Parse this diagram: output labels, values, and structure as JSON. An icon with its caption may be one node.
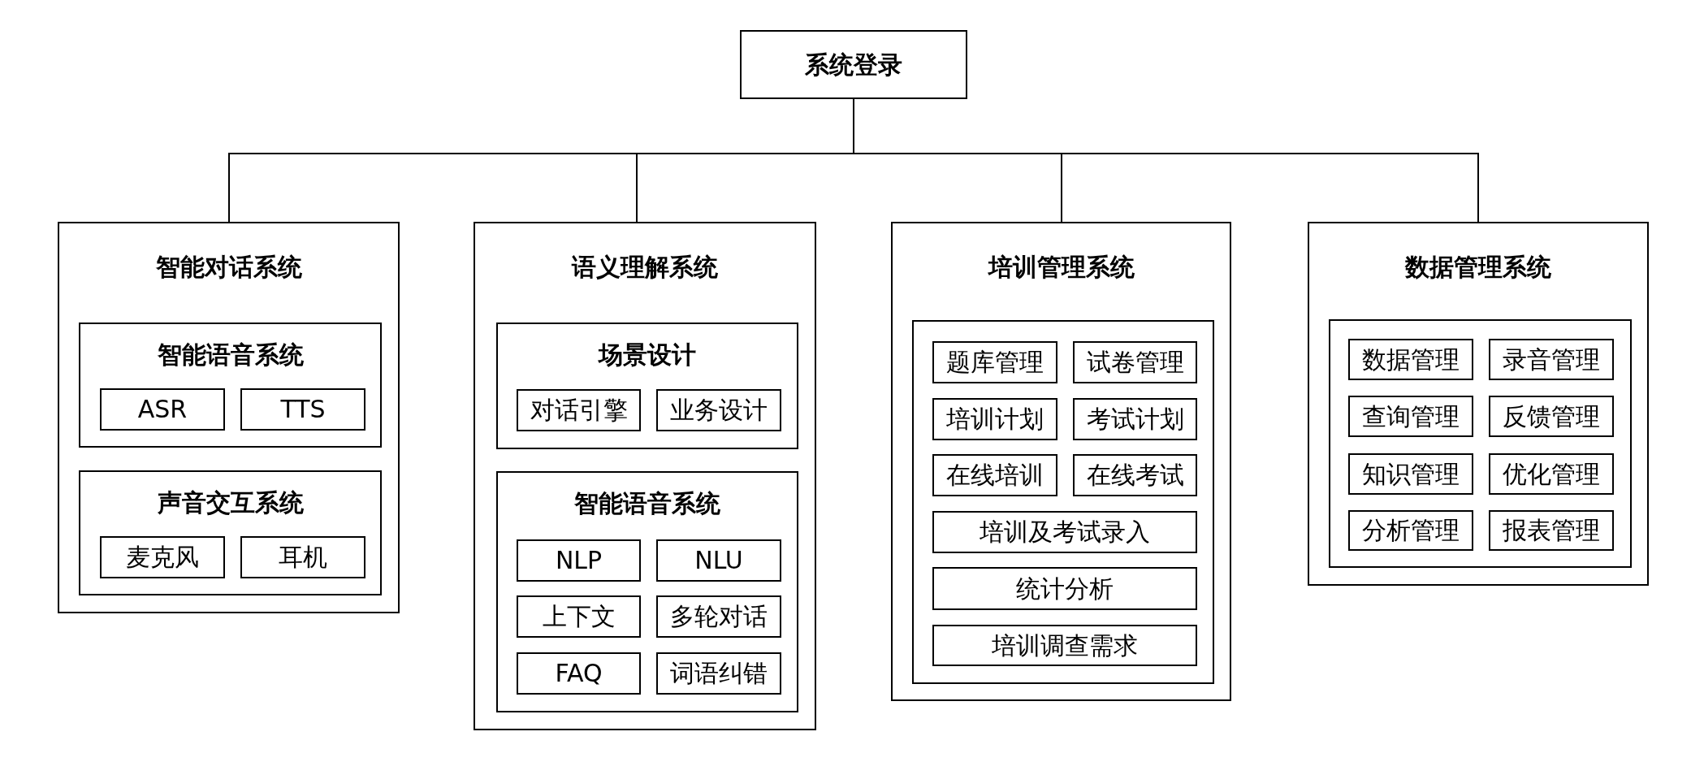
{
  "diagram": {
    "nodes": [
      {
        "text": [
          "系统登录"
        ]
      },
      {
        "text": [
          "智能对话系统"
        ]
      },
      {
        "text": [
          "智能语音系统"
        ],
        "in": 1
      },
      {
        "text": [
          "ASR"
        ],
        "in": 2
      },
      {
        "text": [
          "TTS"
        ],
        "in": 2
      },
      {
        "text": [
          "声音交互系统"
        ],
        "in": 1
      },
      {
        "text": [
          "麦克风"
        ],
        "in": 5
      },
      {
        "text": [
          "耳机"
        ],
        "in": 5
      },
      {
        "text": [
          "语义理解系统"
        ]
      },
      {
        "text": [
          "场景设计"
        ],
        "in": 8
      },
      {
        "text": [
          "对话引擎"
        ],
        "in": 9
      },
      {
        "text": [
          "业务设计"
        ],
        "in": 9
      },
      {
        "text": [
          "智能语音系统"
        ],
        "in": 8
      },
      {
        "text": [
          "NLP"
        ],
        "in": 12
      },
      {
        "text": [
          "NLU"
        ],
        "in": 12
      },
      {
        "text": [
          "上下文"
        ],
        "in": 12
      },
      {
        "text": [
          "多轮对话"
        ],
        "in": 12
      },
      {
        "text": [
          "FAQ"
        ],
        "in": 12
      },
      {
        "text": [
          "词语纠错"
        ],
        "in": 12
      },
      {
        "text": [
          "培训管理系统"
        ]
      },
      {
        "text": [],
        "shape": "box",
        "in": 19
      },
      {
        "text": [
          "题库管理"
        ],
        "in": 20
      },
      {
        "text": [
          "试卷管理"
        ],
        "in": 20
      },
      {
        "text": [
          "培训计划"
        ],
        "in": 20
      },
      {
        "text": [
          "考试计划"
        ],
        "in": 20
      },
      {
        "text": [
          "在线培训"
        ],
        "in": 20
      },
      {
        "text": [
          "在线考试"
        ],
        "in": 20
      },
      {
        "text": [
          "培训及考试录入"
        ],
        "in": 20
      },
      {
        "text": [
          "统计分析"
        ],
        "in": 20
      },
      {
        "text": [
          "培训调查需求"
        ],
        "in": 20
      },
      {
        "text": [
          "数据管理系统"
        ]
      },
      {
        "text": [],
        "shape": "box",
        "in": 30
      },
      {
        "text": [
          "数据管理"
        ],
        "in": 31
      },
      {
        "text": [
          "录音管理"
        ],
        "in": 31
      },
      {
        "text": [
          "查询管理"
        ],
        "in": 31
      },
      {
        "text": [
          "反馈管理"
        ],
        "in": 31
      },
      {
        "text": [
          "知识管理"
        ],
        "in": 31
      },
      {
        "text": [
          "优化管理"
        ],
        "in": 31
      },
      {
        "text": [
          "分析管理"
        ],
        "in": 31
      },
      {
        "text": [
          "报表管理"
        ],
        "in": 31
      }
    ],
    "edges": [
      {
        "from": 0,
        "to": 1,
        "arrow": "none"
      },
      {
        "from": 0,
        "to": 8,
        "arrow": "none"
      },
      {
        "from": 0,
        "to": 19,
        "arrow": "none"
      },
      {
        "from": 0,
        "to": 30,
        "arrow": "none"
      }
    ]
  }
}
